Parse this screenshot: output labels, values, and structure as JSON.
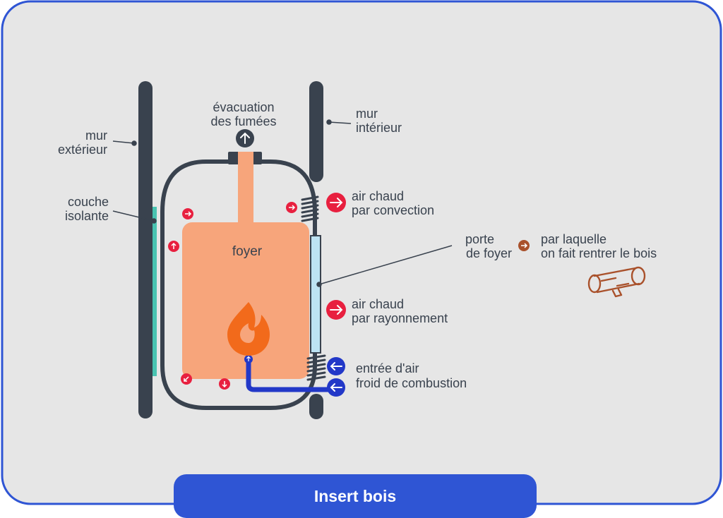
{
  "title": "Insert bois",
  "colors": {
    "frame_border": "#2f55d4",
    "frame_fill": "#e6e6e6",
    "wall": "#39424e",
    "foyer": "#f7a57b",
    "insulation": "#49c3b1",
    "glass": "#bde3f3",
    "hot_air": "#e8203f",
    "cold_air": "#2238c8",
    "flame": "#f26a1b",
    "wood": "#a9512b",
    "title_bar": "#2f55d4"
  },
  "labels": {
    "outer_wall": [
      "mur",
      "extérieur"
    ],
    "inner_wall": [
      "mur",
      "intérieur"
    ],
    "smoke_exhaust": [
      "évacuation",
      "des fumées"
    ],
    "insulating_layer": [
      "couche",
      "isolante"
    ],
    "hearth": "foyer",
    "hot_air_convection": [
      "air chaud",
      "par convection"
    ],
    "hearth_door": [
      "porte",
      "de foyer"
    ],
    "wood_entry": [
      "par laquelle",
      "on fait rentrer le bois"
    ],
    "hot_air_radiation": [
      "air chaud",
      "par rayonnement"
    ],
    "cold_air_intake": [
      "entrée d'air",
      "froid de combustion"
    ]
  },
  "icons": {
    "smoke": "arrow-up-icon",
    "convection": "arrow-right-icon",
    "radiation": "arrow-right-icon",
    "intake": "arrow-left-icon",
    "door": "arrow-right-icon",
    "flame": "flame-icon",
    "log": "wood-log-icon"
  }
}
